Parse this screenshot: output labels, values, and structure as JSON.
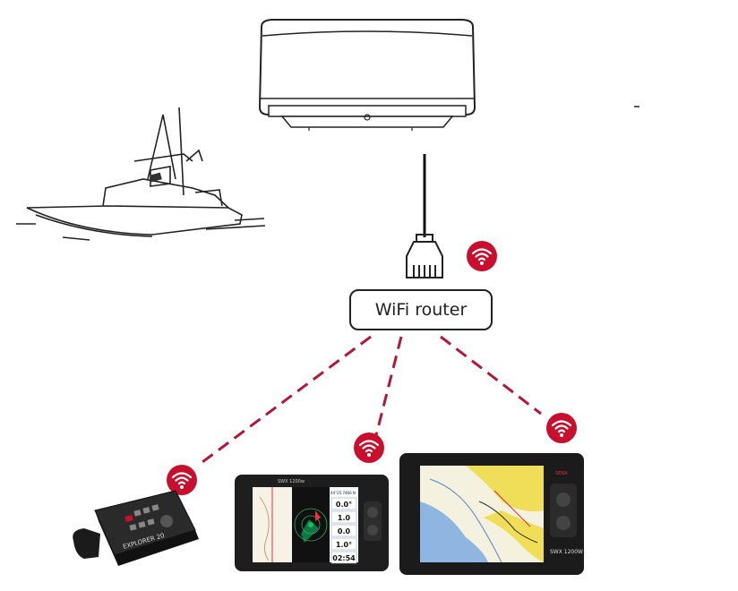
{
  "router": {
    "label": "WiFi router"
  },
  "colors": {
    "link": "#b5173a",
    "badge": "#c8102e",
    "outline": "#222222"
  },
  "icons": [
    "radar-dome-icon",
    "boat-icon",
    "ethernet-plug-icon",
    "wifi-icon",
    "remote-keypad-device",
    "small-plotter-device",
    "large-plotter-device"
  ],
  "small_display": {
    "model": "SWX 1200w",
    "readouts": [
      "0.0°",
      "1.0",
      "0.0",
      "1.0°",
      "02:54"
    ],
    "header": "44°25.7466 N"
  },
  "large_display": {
    "model": "SWX 1200W",
    "brand": "SENA"
  },
  "keypad": {
    "model": "EXPLORER 20"
  }
}
